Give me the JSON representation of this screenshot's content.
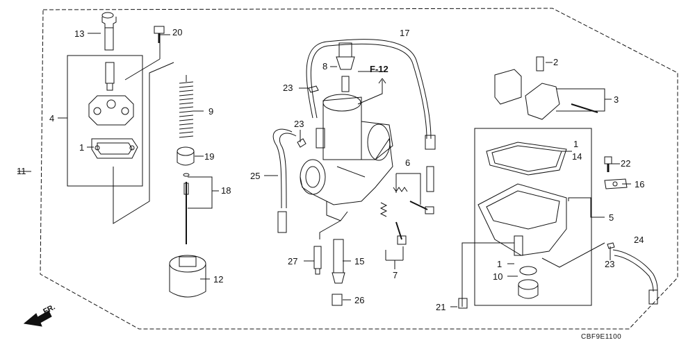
{
  "diagram_code": "CBF9E1100",
  "reference": "F-12",
  "direction_label": "FR.",
  "callouts": {
    "c1a": "1",
    "c1b": "1",
    "c1c": "1",
    "c2": "2",
    "c3": "3",
    "c4": "4",
    "c5": "5",
    "c6": "6",
    "c7": "7",
    "c8": "8",
    "c9": "9",
    "c10": "10",
    "c11": "11",
    "c12": "12",
    "c13": "13",
    "c14": "14",
    "c15": "15",
    "c16": "16",
    "c17": "17",
    "c18": "18",
    "c19": "19",
    "c20": "20",
    "c21": "21",
    "c22": "22",
    "c23a": "23",
    "c23b": "23",
    "c23c": "23",
    "c24": "24",
    "c25": "25",
    "c26": "26",
    "c27": "27"
  }
}
